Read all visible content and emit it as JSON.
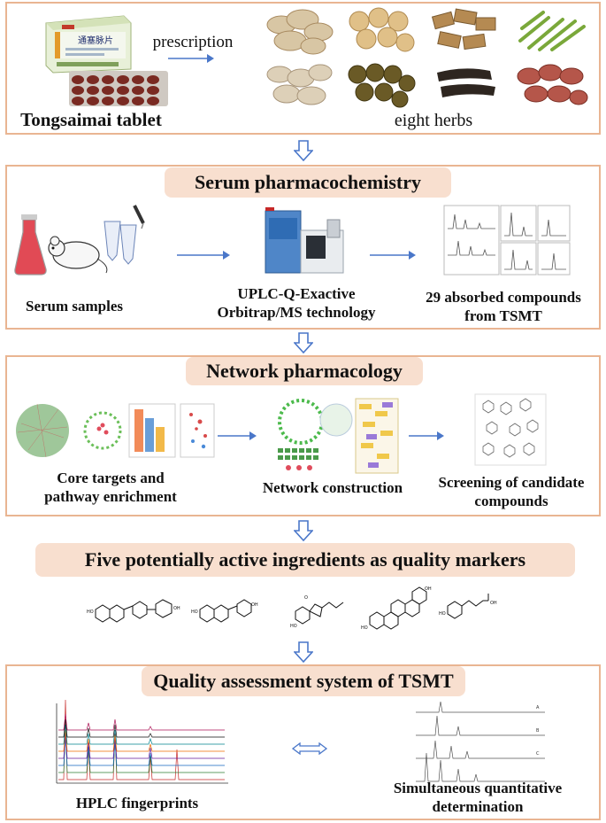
{
  "section1": {
    "product_name": "Tongsaimai tablet",
    "arrow_label": "prescription",
    "herbs_label": "eight herbs",
    "box_text": "通塞脉片"
  },
  "section2": {
    "title": "Serum pharmacochemistry",
    "step1": "Serum samples",
    "step2_line1": "UPLC-Q-Exactive",
    "step2_line2": "Orbitrap/MS technology",
    "step3_line1": "29 absorbed compounds",
    "step3_line2": "from TSMT"
  },
  "section3": {
    "title": "Network pharmacology",
    "step1_line1": "Core targets and",
    "step1_line2": "pathway enrichment",
    "step2": "Network construction",
    "step3_line1": "Screening of candidate",
    "step3_line2": "compounds"
  },
  "section4": {
    "title": "Five potentially active ingredients as quality markers"
  },
  "section5": {
    "title": "Quality assessment system of TSMT",
    "step1": "HPLC fingerprints",
    "step2_line1": "Simultaneous quantitative",
    "step2_line2": "determination"
  },
  "colors": {
    "panel_border": "#e9b592",
    "pill_bg": "#f8dfcf",
    "arrow_blue": "#4a77c9"
  }
}
